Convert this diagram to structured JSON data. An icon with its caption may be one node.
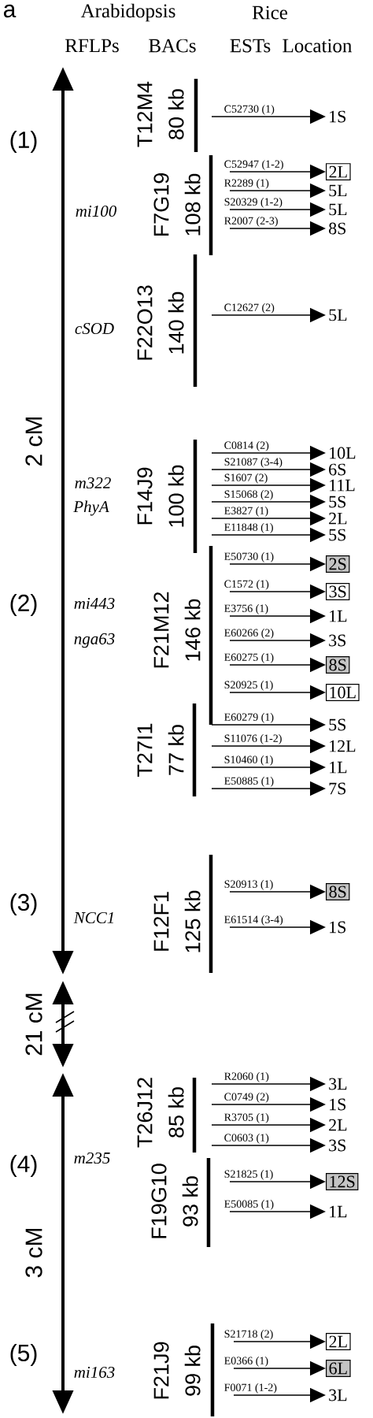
{
  "diagram": {
    "nodes": [
      {
        "text": [
          "T12M4",
          "80 kb"
        ]
      },
      {
        "text": [
          "1S"
        ]
      },
      {
        "text": [
          "F7G19",
          "108 kb"
        ]
      },
      {
        "text": [
          "2L"
        ]
      },
      {
        "text": [
          "5L"
        ]
      },
      {
        "text": [
          "5L"
        ]
      },
      {
        "text": [
          "8S"
        ]
      },
      {
        "text": [
          "F22O13",
          "140 kb"
        ]
      },
      {
        "text": [
          "5L"
        ]
      },
      {
        "text": [
          "F14J9",
          "100 kb"
        ]
      },
      {
        "text": [
          "10L"
        ]
      },
      {
        "text": [
          "6S"
        ]
      },
      {
        "text": [
          "11L"
        ]
      },
      {
        "text": [
          "5S"
        ]
      },
      {
        "text": [
          "2L"
        ]
      },
      {
        "text": [
          "5S"
        ]
      },
      {
        "text": [
          "F21M12",
          "146 kb"
        ]
      },
      {
        "text": [
          "2S"
        ]
      },
      {
        "text": [
          "3S"
        ]
      },
      {
        "text": [
          "1L"
        ]
      },
      {
        "text": [
          "3S"
        ]
      },
      {
        "text": [
          "8S"
        ]
      },
      {
        "text": [
          "10L"
        ]
      },
      {
        "text": [
          "T27I1",
          "77 kb"
        ]
      },
      {
        "text": [
          "5S"
        ]
      },
      {
        "text": [
          "12L"
        ]
      },
      {
        "text": [
          "1L"
        ]
      },
      {
        "text": [
          "7S"
        ]
      },
      {
        "text": [
          "F12F1",
          "125 kb"
        ]
      },
      {
        "text": [
          "8S"
        ]
      },
      {
        "text": [
          "1S"
        ]
      },
      {
        "text": [
          "T26J12",
          "85 kb"
        ]
      },
      {
        "text": [
          "3L"
        ]
      },
      {
        "text": [
          "1S"
        ]
      },
      {
        "text": [
          "2L"
        ]
      },
      {
        "text": [
          "3S"
        ]
      },
      {
        "text": [
          "F19G10",
          "93 kb"
        ]
      },
      {
        "text": [
          "12S"
        ]
      },
      {
        "text": [
          "1L"
        ]
      },
      {
        "text": [
          "F21J9",
          "99 kb"
        ]
      },
      {
        "text": [
          "2L"
        ]
      },
      {
        "text": [
          "6L"
        ]
      },
      {
        "text": [
          "3L"
        ]
      }
    ],
    "edges": [
      {
        "from": 0,
        "to": 1,
        "arrow": "to",
        "label": "C52730 (1)"
      },
      {
        "from": 2,
        "to": 3,
        "arrow": "to",
        "label": "C52947 (1-2)"
      },
      {
        "from": 2,
        "to": 4,
        "arrow": "to",
        "label": "R2289 (1)"
      },
      {
        "from": 2,
        "to": 5,
        "arrow": "to",
        "label": "S20329 (1-2)"
      },
      {
        "from": 2,
        "to": 6,
        "arrow": "to",
        "label": "R2007 (2-3)"
      },
      {
        "from": 7,
        "to": 8,
        "arrow": "to",
        "label": "C12627 (2)"
      },
      {
        "from": 9,
        "to": 10,
        "arrow": "to",
        "label": "C0814 (2)"
      },
      {
        "from": 9,
        "to": 11,
        "arrow": "to",
        "label": "S21087 (3-4)"
      },
      {
        "from": 9,
        "to": 12,
        "arrow": "to",
        "label": "S1607 (2)"
      },
      {
        "from": 9,
        "to": 13,
        "arrow": "to",
        "label": "S15068 (2)"
      },
      {
        "from": 9,
        "to": 14,
        "arrow": "to",
        "label": "E3827 (1)"
      },
      {
        "from": 9,
        "to": 15,
        "arrow": "to",
        "label": "E11848 (1)"
      },
      {
        "from": 16,
        "to": 17,
        "arrow": "to",
        "label": "E50730 (1)"
      },
      {
        "from": 16,
        "to": 18,
        "arrow": "to",
        "label": "C1572 (1)"
      },
      {
        "from": 16,
        "to": 19,
        "arrow": "to",
        "label": "E3756 (1)"
      },
      {
        "from": 16,
        "to": 20,
        "arrow": "to",
        "label": "E60266 (2)"
      },
      {
        "from": 16,
        "to": 21,
        "arrow": "to",
        "label": "E60275 (1)"
      },
      {
        "from": 16,
        "to": 22,
        "arrow": "to",
        "label": "S20925 (1)"
      },
      {
        "from": 23,
        "to": 24,
        "arrow": "to",
        "label": "E60279 (1)"
      },
      {
        "from": 23,
        "to": 25,
        "arrow": "to",
        "label": "S11076 (1-2)"
      },
      {
        "from": 23,
        "to": 26,
        "arrow": "to",
        "label": "S10460 (1)"
      },
      {
        "from": 23,
        "to": 27,
        "arrow": "to",
        "label": "E50885 (1)"
      },
      {
        "from": 28,
        "to": 29,
        "arrow": "to",
        "label": "S20913 (1)"
      },
      {
        "from": 28,
        "to": 30,
        "arrow": "to",
        "label": "E61514 (3-4)"
      },
      {
        "from": 31,
        "to": 32,
        "arrow": "to",
        "label": "R2060 (1)"
      },
      {
        "from": 31,
        "to": 33,
        "arrow": "to",
        "label": "C0749 (2)"
      },
      {
        "from": 31,
        "to": 34,
        "arrow": "to",
        "label": "R3705 (1)"
      },
      {
        "from": 31,
        "to": 35,
        "arrow": "to",
        "label": "C0603 (1)"
      },
      {
        "from": 36,
        "to": 37,
        "arrow": "to",
        "label": "S21825 (1)"
      },
      {
        "from": 36,
        "to": 38,
        "arrow": "to",
        "label": "E50085 (1)"
      },
      {
        "from": 39,
        "to": 40,
        "arrow": "to",
        "label": "S21718 (2)"
      },
      {
        "from": 39,
        "to": 41,
        "arrow": "to",
        "label": "E0366 (1)"
      },
      {
        "from": 39,
        "to": 42,
        "arrow": "to",
        "label": "F0071 (1-2)"
      }
    ],
    "labels": [
      "a",
      "Arabidopsis",
      "Rice",
      "RFLPs",
      "BACs",
      "ESTs",
      "Location",
      "(1)",
      "mi100",
      "cSOD",
      "2 cM",
      "m322",
      "PhyA",
      "(2)",
      "mi443",
      "nga63",
      "(3)",
      "NCC1",
      "21 cM",
      "m235",
      "(4)",
      "3 cM",
      "(5)",
      "mi163"
    ]
  }
}
